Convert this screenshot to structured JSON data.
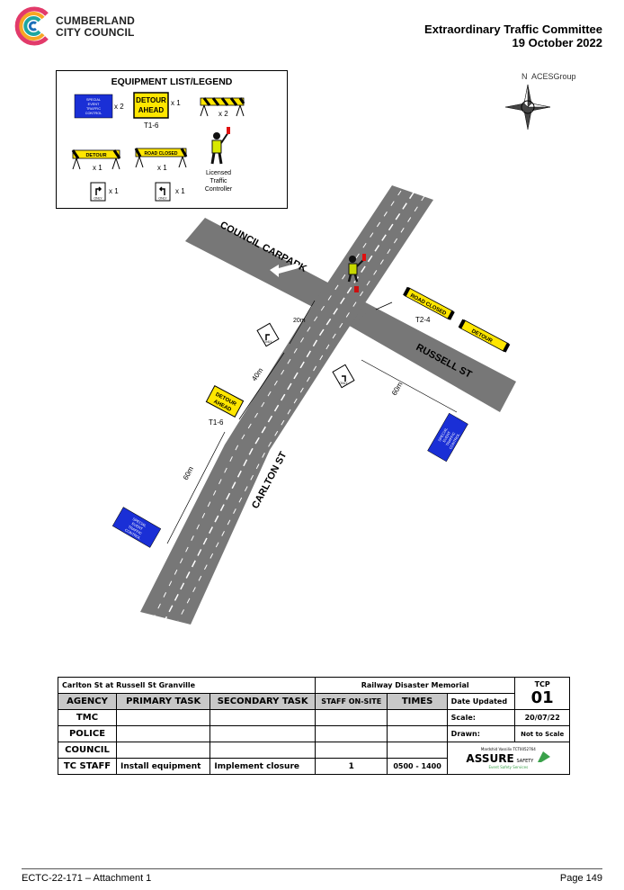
{
  "header": {
    "org_line1": "CUMBERLAND",
    "org_line2": "CITY COUNCIL",
    "title_line1": "Extraordinary Traffic Committee",
    "title_line2": "19 October 2022"
  },
  "legend": {
    "title": "EQUIPMENT LIST/LEGEND",
    "special_event_sign": [
      "SPECIAL",
      "EVENT",
      "TRAFFIC",
      "CONTROL"
    ],
    "special_event_qty": "x 2",
    "detour_ahead": [
      "DETOUR",
      "AHEAD"
    ],
    "detour_ahead_qty": "x 1",
    "detour_ahead_code": "T1-6",
    "barrier_qty": "x 2",
    "detour_sign": "DETOUR",
    "detour_qty": "x 1",
    "road_closed_sign": "ROAD CLOSED",
    "road_closed_qty": "x 1",
    "controller_label": [
      "Licensed",
      "Traffic",
      "Controller"
    ],
    "only_left_qty": "x 1",
    "only_right_qty": "x 1",
    "only_text": "ONLY"
  },
  "compass": {
    "n": "N",
    "brand": "ACESGroup"
  },
  "map": {
    "council_carpark": "COUNCIL CARPARK",
    "russell_st": "RUSSELL ST",
    "carlton_st": "CARLTON ST",
    "road_closed": "ROAD CLOSED",
    "detour": "DETOUR",
    "t2_4": "T2-4",
    "detour_ahead": [
      "DETOUR",
      "AHEAD"
    ],
    "t1_6": "T1-6",
    "dim_20m": "20m",
    "dim_40m": "40m",
    "dim_60m_a": "60m",
    "dim_60m_b": "60m",
    "special_event": [
      "SPECIAL",
      "EVENT",
      "TRAFFIC",
      "CONTROL"
    ],
    "only_text": "ONLY"
  },
  "table": {
    "location": "Carlton St at Russell St Granville",
    "event": "Railway Disaster Memorial",
    "tcp_label": "TCP",
    "tcp_number": "01",
    "headers": [
      "AGENCY",
      "PRIMARY TASK",
      "SECONDARY TASK",
      "STAFF ON-SITE",
      "TIMES"
    ],
    "date_label": "Date Updated",
    "date_value": "20/07/22",
    "scale_label": "Scale:",
    "scale_value": "Not to Scale",
    "drawn_label": "Drawn:",
    "drawn_value": "Mardshid Vassiliv TCT0052764",
    "rows": [
      {
        "agency": "TMC",
        "primary": "",
        "secondary": "",
        "staff": "",
        "times": ""
      },
      {
        "agency": "POLICE",
        "primary": "",
        "secondary": "",
        "staff": "",
        "times": ""
      },
      {
        "agency": "COUNCIL",
        "primary": "",
        "secondary": "",
        "staff": "",
        "times": ""
      },
      {
        "agency": "TC STAFF",
        "primary": "Install equipment",
        "secondary": "Implement closure",
        "staff": "1",
        "times": "0500 - 1400"
      }
    ],
    "brand": "ASSURE",
    "brand_sub": "SAFETY",
    "brand_tag": "Event Safety Services"
  },
  "footer": {
    "left": "ECTC-22-171 – Attachment 1",
    "right": "Page 149"
  }
}
